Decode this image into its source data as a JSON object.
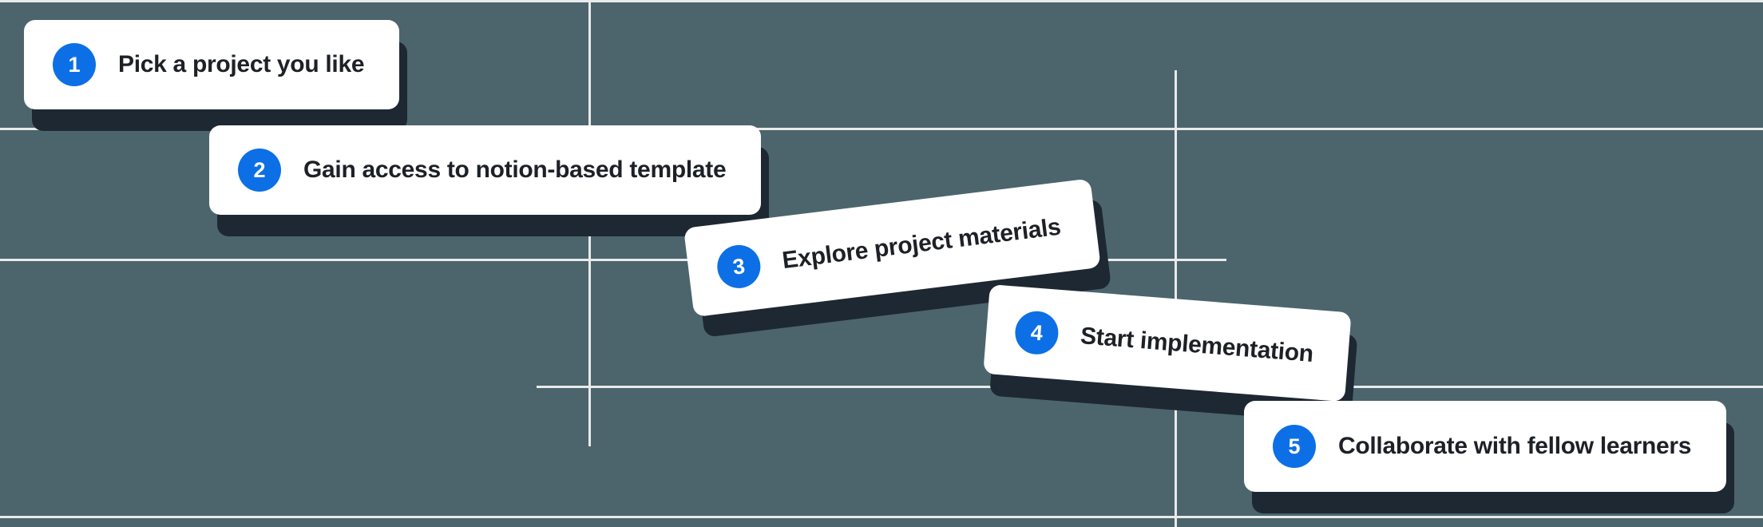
{
  "colors": {
    "bg": "#4c656c",
    "card_bg": "#ffffff",
    "shadow": "#1e2833",
    "badge": "#0d6fe6",
    "badge_text": "#ffffff",
    "text": "#1d2127",
    "grid_line": "#e9eaeb"
  },
  "steps": [
    {
      "number": "1",
      "label": "Pick a project you like"
    },
    {
      "number": "2",
      "label": "Gain access to notion-based template"
    },
    {
      "number": "3",
      "label": "Explore project materials"
    },
    {
      "number": "4",
      "label": "Start implementation"
    },
    {
      "number": "5",
      "label": "Collaborate with fellow learners"
    }
  ]
}
